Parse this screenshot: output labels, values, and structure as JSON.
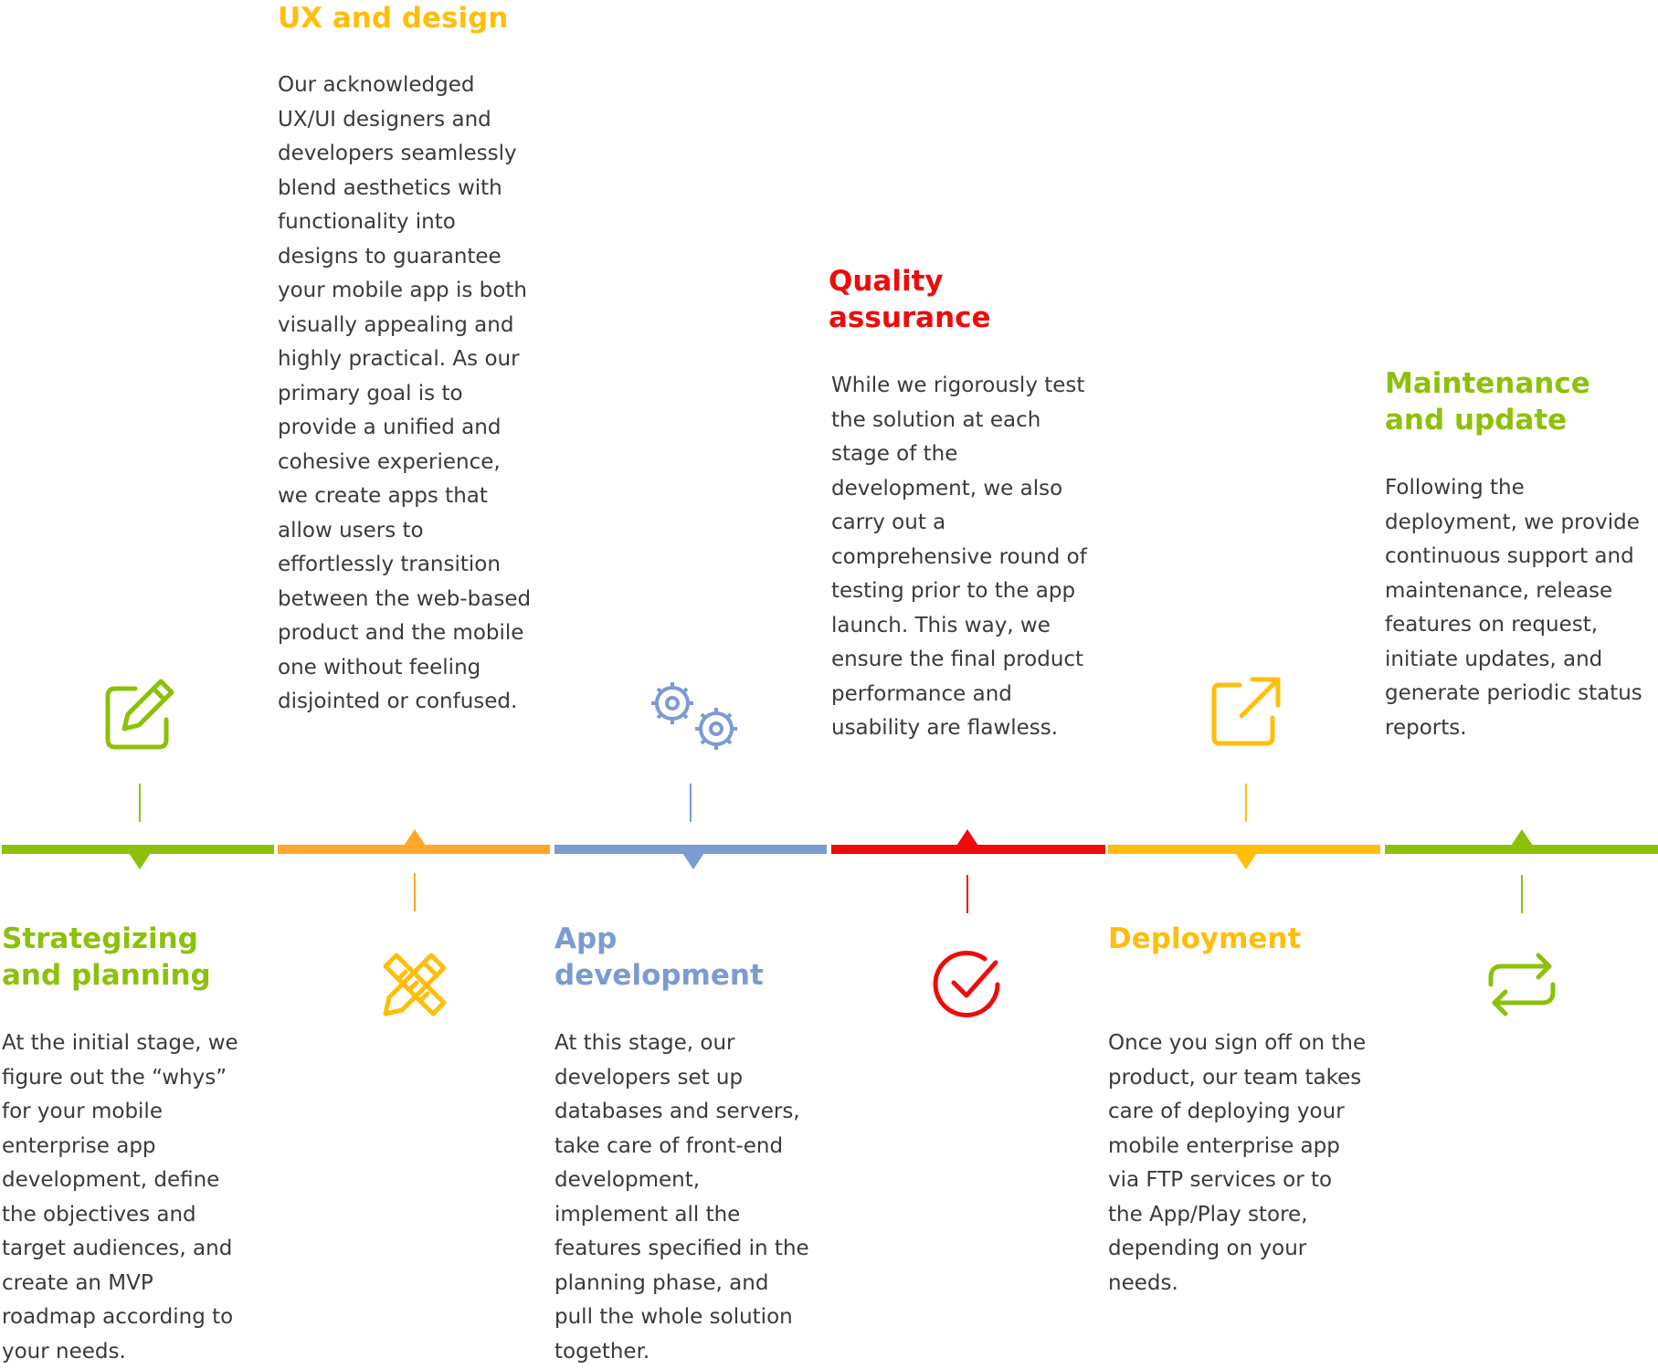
{
  "colors": {
    "green": "#8cc10a",
    "orange": "#ffa62b",
    "blue": "#7b9bd1",
    "red": "#ef0b0b",
    "yellow": "#ffbe0b"
  },
  "steps": [
    {
      "title": "Strategizing and planning",
      "text": "At the initial stage, we figure out the “whys” for your mobile enterprise app development, define the objectives and target audiences, and create an MVP roadmap according to your needs.",
      "icon": "edit-square-icon",
      "color": "#8cc10a"
    },
    {
      "title": "UX and design",
      "text": "Our acknowledged UX/UI designers and developers seamlessly blend aesthetics with functionality into designs to guarantee your mobile app is both visually appealing and highly practical. As our primary goal is to provide a unified and cohesive experience, we create apps that allow users to effortlessly transition between the web-based product and the mobile one without feeling disjointed or confused.",
      "icon": "pencil-ruler-icon",
      "color": "#ffbe0b"
    },
    {
      "title": "App development",
      "text": "At this stage, our developers set up databases and servers, take care of front-end development, implement all the features specified in the planning phase, and pull the whole solution together.",
      "icon": "gears-icon",
      "color": "#7b9bd1"
    },
    {
      "title": "Quality assurance",
      "text": "While we rigorously test the solution at each stage of the development, we also carry out a comprehensive round of testing prior to the app launch. This way, we ensure the final product performance and usability are flawless.",
      "icon": "check-circle-icon",
      "color": "#ef0b0b"
    },
    {
      "title": "Deployment",
      "text": "Once you sign off on the product, our team takes care of deploying your mobile enterprise app via FTP services or to the App/Play store, depending on your needs.",
      "icon": "external-link-icon",
      "color": "#ffbe0b"
    },
    {
      "title": "Maintenance and update",
      "text": "Following the deployment, we provide continuous support and maintenance, release features on request, initiate updates, and generate periodic status reports.",
      "icon": "repeat-arrows-icon",
      "color": "#8cc10a"
    }
  ]
}
